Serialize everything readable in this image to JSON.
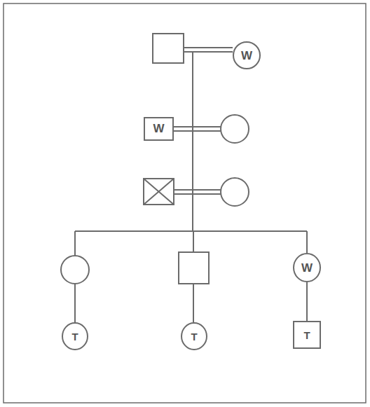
{
  "diagram": {
    "nodes": [
      {
        "text": [
          "W"
        ]
      },
      {
        "text": [
          "W"
        ]
      },
      {
        "text": [
          "W"
        ]
      },
      {
        "text": [
          "T"
        ]
      },
      {
        "text": [
          "T"
        ]
      },
      {
        "text": [
          "T"
        ]
      }
    ],
    "edges": [
      {
        "from": 2,
        "to": 5,
        "arrow": "none"
      }
    ]
  }
}
